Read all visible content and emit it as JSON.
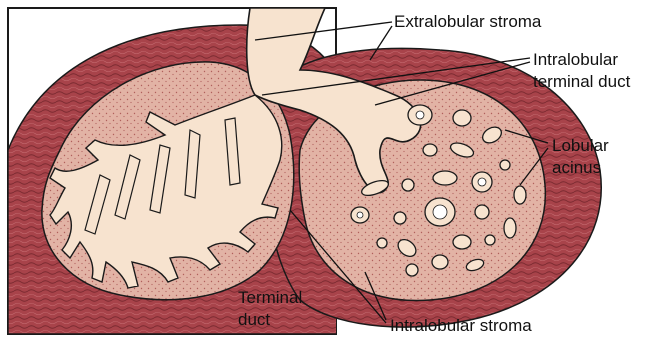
{
  "labels": {
    "extralobular_stroma": "Extralobular stroma",
    "intralobular_terminal_duct_line1": "Intralobular",
    "intralobular_terminal_duct_line2": "terminal duct",
    "lobular_acinus_line1": "Lobular",
    "lobular_acinus_line2": "acinus",
    "terminal_duct_line1": "Terminal",
    "terminal_duct_line2": "duct",
    "intralobular_stroma": "Intralobular stroma"
  },
  "colors": {
    "outer_stroma": "#a8434a",
    "stroma_texture": "#7a2a30",
    "lobule_stroma": "#d9a397",
    "duct_fill": "#f7e3cf",
    "outline": "#1a1a1a"
  }
}
